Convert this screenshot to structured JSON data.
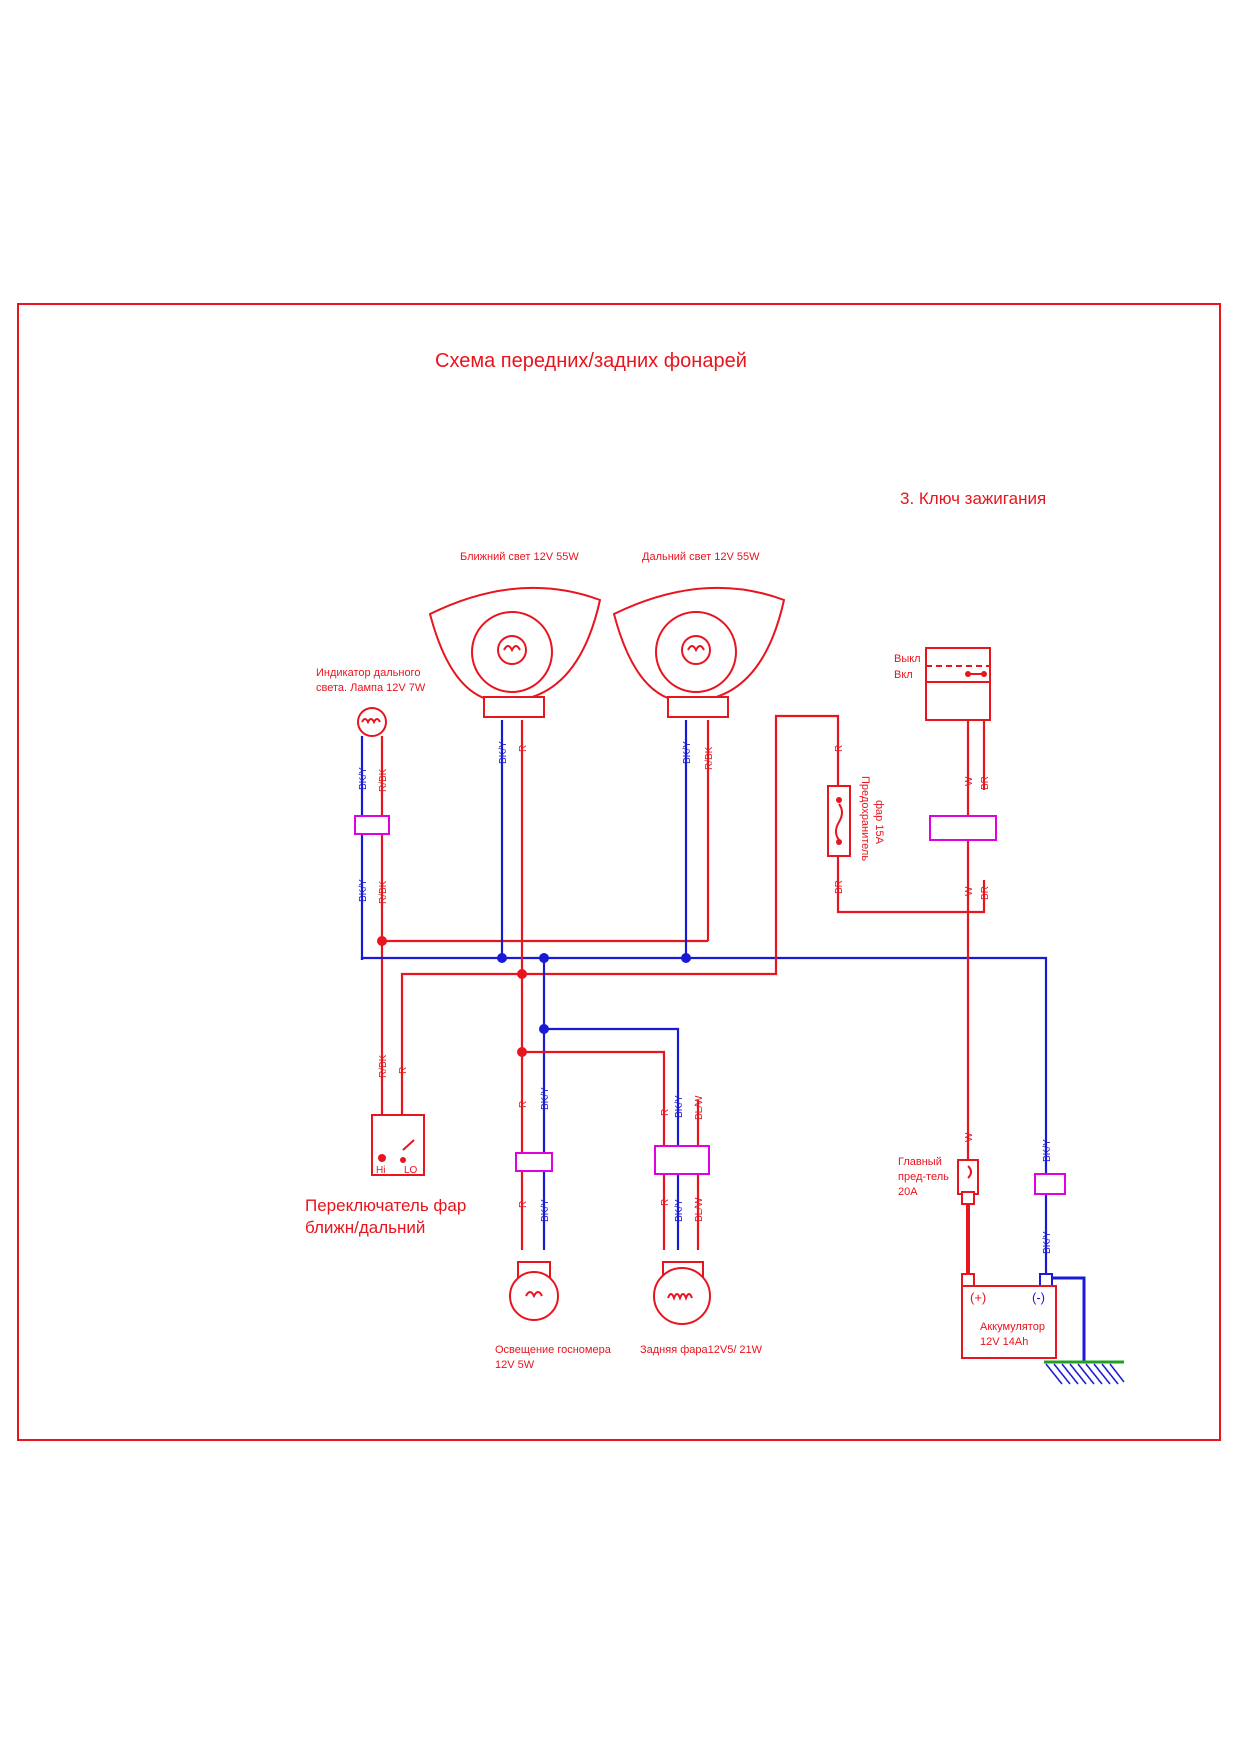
{
  "title": "Схема передних/задних фонарей",
  "ignition_key": "3. Ключ зажигания",
  "low_beam": "Ближний свет 12V 55W",
  "high_beam": "Дальний свет 12V 55W",
  "indicator": {
    "line1": "Индикатор дального",
    "line2": "света. Лампа 12V 7W"
  },
  "fuse_headlight": {
    "line1": "Предохранитель",
    "line2": "фар 15А"
  },
  "switch_states": {
    "off": "Выкл",
    "on": "Вкл"
  },
  "beam_switch": {
    "line1": "Переключатель фар",
    "line2": "ближн/дальний",
    "hi": "Hi",
    "lo": "LO"
  },
  "plate_light": {
    "line1": "Освещение госномера",
    "line2": "12V 5W"
  },
  "rear_light": "Задняя фара12V5/ 21W",
  "main_fuse": {
    "line1": "Главный",
    "line2": "пред-тель",
    "line3": "20А"
  },
  "battery": {
    "plus": "(+)",
    "minus": "(-)",
    "line1": "Аккумулятор",
    "line2": "12V 14Ah"
  },
  "wire_codes": {
    "bky": "BK/Y",
    "r": "R",
    "rbk": "R/BK",
    "br": "BR",
    "w": "W",
    "blw": "BL/W"
  },
  "colors": {
    "red": "#e8141e",
    "blue": "#1a1ad6",
    "connector": "#e000e0",
    "ground": "#22a022"
  }
}
